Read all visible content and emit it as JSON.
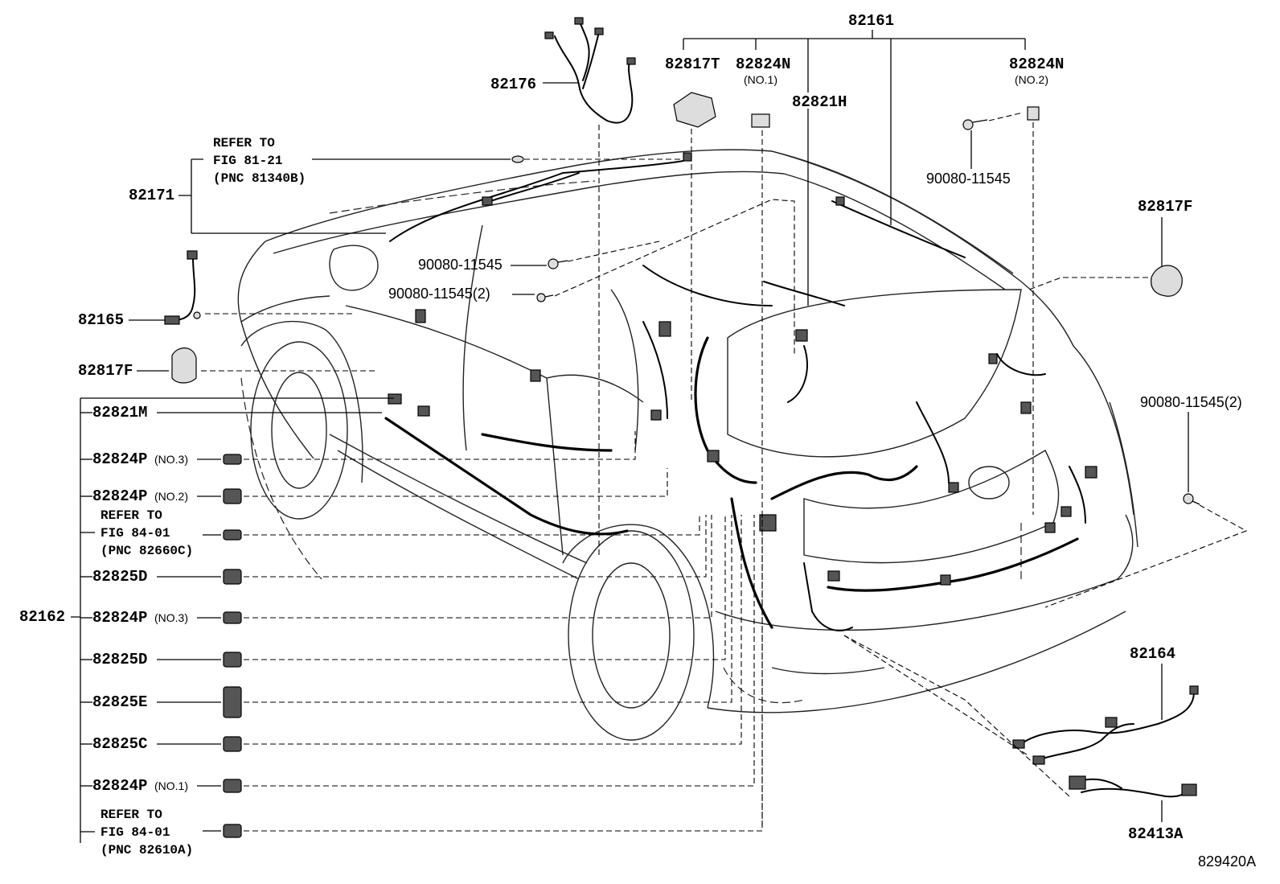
{
  "diagram_id": "829420A",
  "top_group": "82161",
  "left_group": "82162",
  "labels": {
    "p82176": "82176",
    "p82171": "82171",
    "p82165": "82165",
    "p82817F_left": "82817F",
    "p82817F_right": "82817F",
    "p82817T": "82817T",
    "p82824N_1": "82824N",
    "p82824N_1_sub": "(NO.1)",
    "p82824N_2": "82824N",
    "p82824N_2_sub": "(NO.2)",
    "p82821H": "82821H",
    "p82164": "82164",
    "p82413A": "82413A",
    "bolt_top_right": "90080-11545",
    "bolt_mid_1": "90080-11545",
    "bolt_mid_2": "90080-11545(2)",
    "bolt_right": "90080-11545(2)",
    "refer_top_1": "REFER TO",
    "refer_top_2": "FIG 81-21",
    "refer_top_3": "(PNC 81340B)"
  },
  "left_list": [
    {
      "code": "82821M",
      "sub": ""
    },
    {
      "code": "82824P",
      "sub": "(NO.3)"
    },
    {
      "code": "82824P",
      "sub": "(NO.2)"
    },
    {
      "code": "REFER TO",
      "sub": "",
      "ref": [
        "FIG 84-01",
        "(PNC 82660C)"
      ]
    },
    {
      "code": "82825D",
      "sub": ""
    },
    {
      "code": "82824P",
      "sub": "(NO.3)"
    },
    {
      "code": "82825D",
      "sub": ""
    },
    {
      "code": "82825E",
      "sub": ""
    },
    {
      "code": "82825C",
      "sub": ""
    },
    {
      "code": "82824P",
      "sub": "(NO.1)"
    },
    {
      "code": "REFER TO",
      "sub": "",
      "ref": [
        "FIG 84-01",
        "(PNC 82610A)"
      ]
    }
  ],
  "icons": {
    "vehicle": "suv-rear-three-quarter-outline",
    "harness": "wire-harness-icon",
    "connector": "connector-icon",
    "bolt": "bolt-icon",
    "clamp": "clamp-icon"
  }
}
